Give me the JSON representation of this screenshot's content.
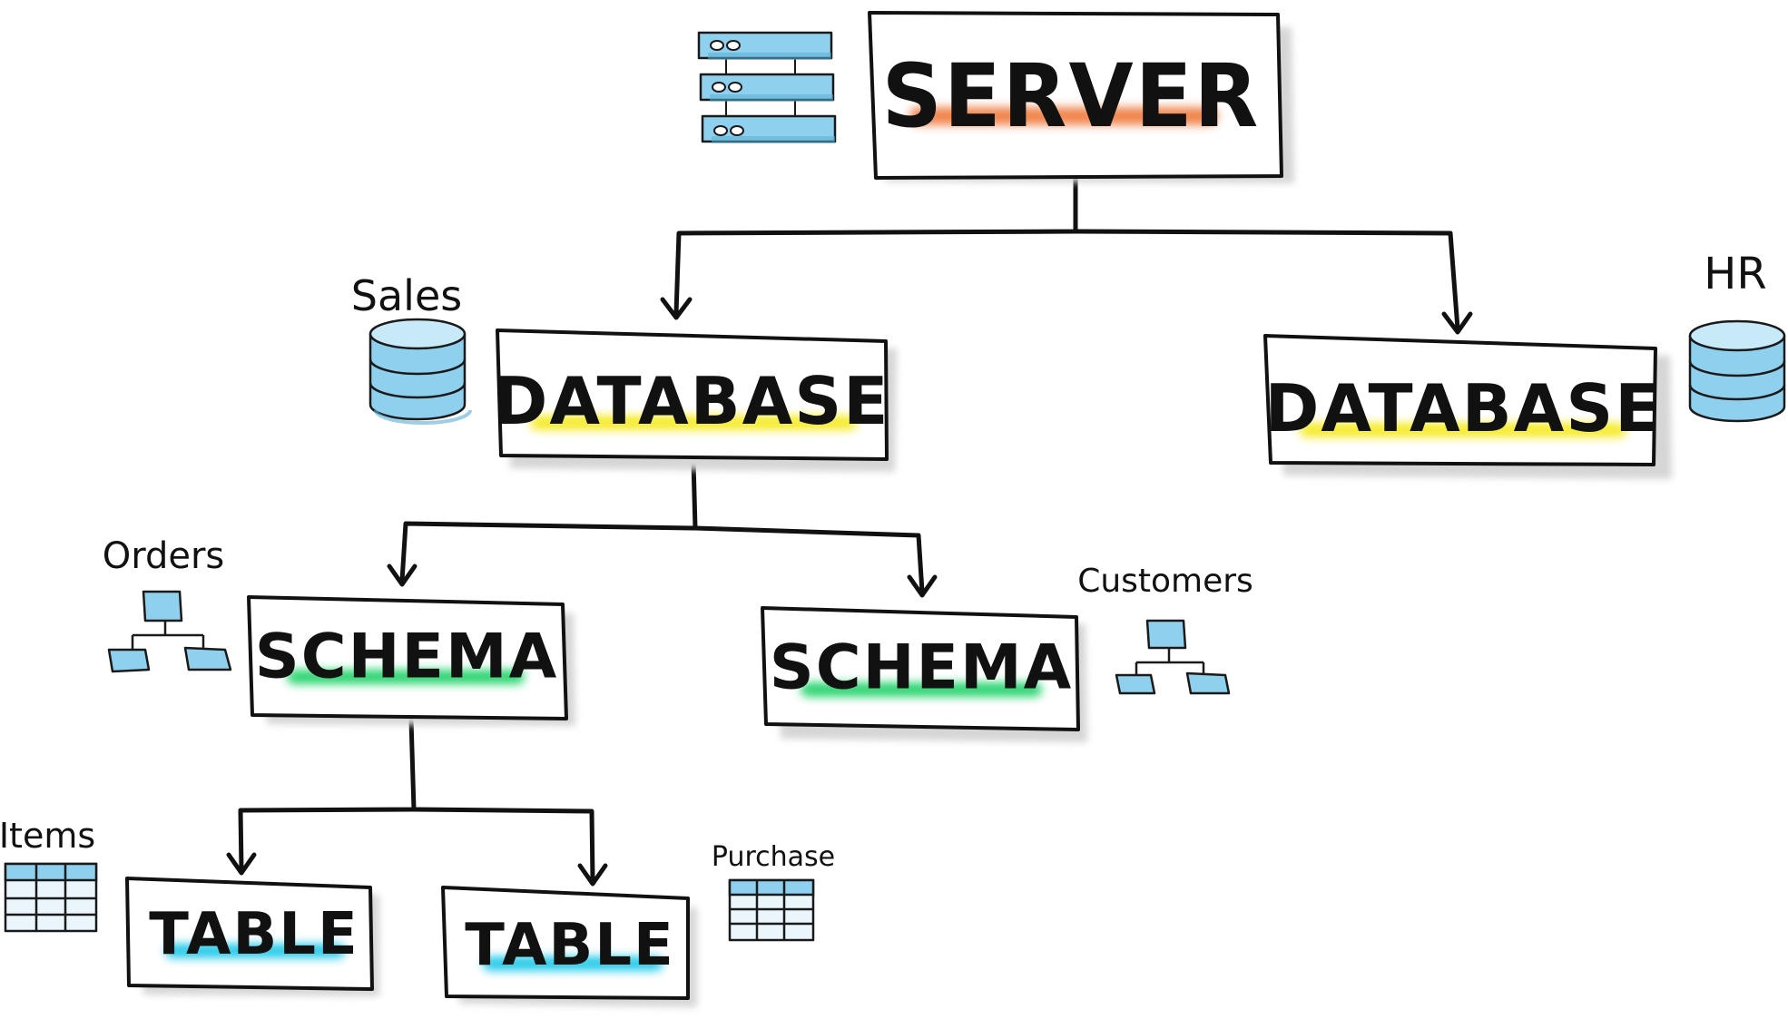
{
  "diagram": {
    "nodes": {
      "server": {
        "label": "SERVER",
        "highlight": "#f07a3c"
      },
      "db_sales": {
        "label": "DATABASE",
        "highlight": "#f5ea1e"
      },
      "db_hr": {
        "label": "DATABASE",
        "highlight": "#f5ea1e"
      },
      "schema_orders": {
        "label": "SCHEMA",
        "highlight": "#22d36a"
      },
      "schema_customers": {
        "label": "SCHEMA",
        "highlight": "#22d36a"
      },
      "table_items": {
        "label": "TABLE",
        "highlight": "#1ec8e8"
      },
      "table_purchase": {
        "label": "TABLE",
        "highlight": "#1ec8e8"
      }
    },
    "annotations": {
      "sales": "Sales",
      "hr": "HR",
      "orders": "Orders",
      "customers": "Customers",
      "items": "Items",
      "purchase": "Purchase"
    },
    "icons": {
      "server": "server-rack-icon",
      "db_sales": "database-cylinder-icon",
      "db_hr": "database-cylinder-icon",
      "schema_orders": "schema-hierarchy-icon",
      "schema_customers": "schema-hierarchy-icon",
      "table_items": "table-grid-icon",
      "table_purchase": "table-grid-icon"
    },
    "icon_color": "#8fd0ee",
    "edges": [
      {
        "from": "server",
        "to": "db_sales"
      },
      {
        "from": "server",
        "to": "db_hr"
      },
      {
        "from": "db_sales",
        "to": "schema_orders"
      },
      {
        "from": "db_sales",
        "to": "schema_customers"
      },
      {
        "from": "schema_orders",
        "to": "table_items"
      },
      {
        "from": "schema_orders",
        "to": "table_purchase"
      }
    ]
  }
}
